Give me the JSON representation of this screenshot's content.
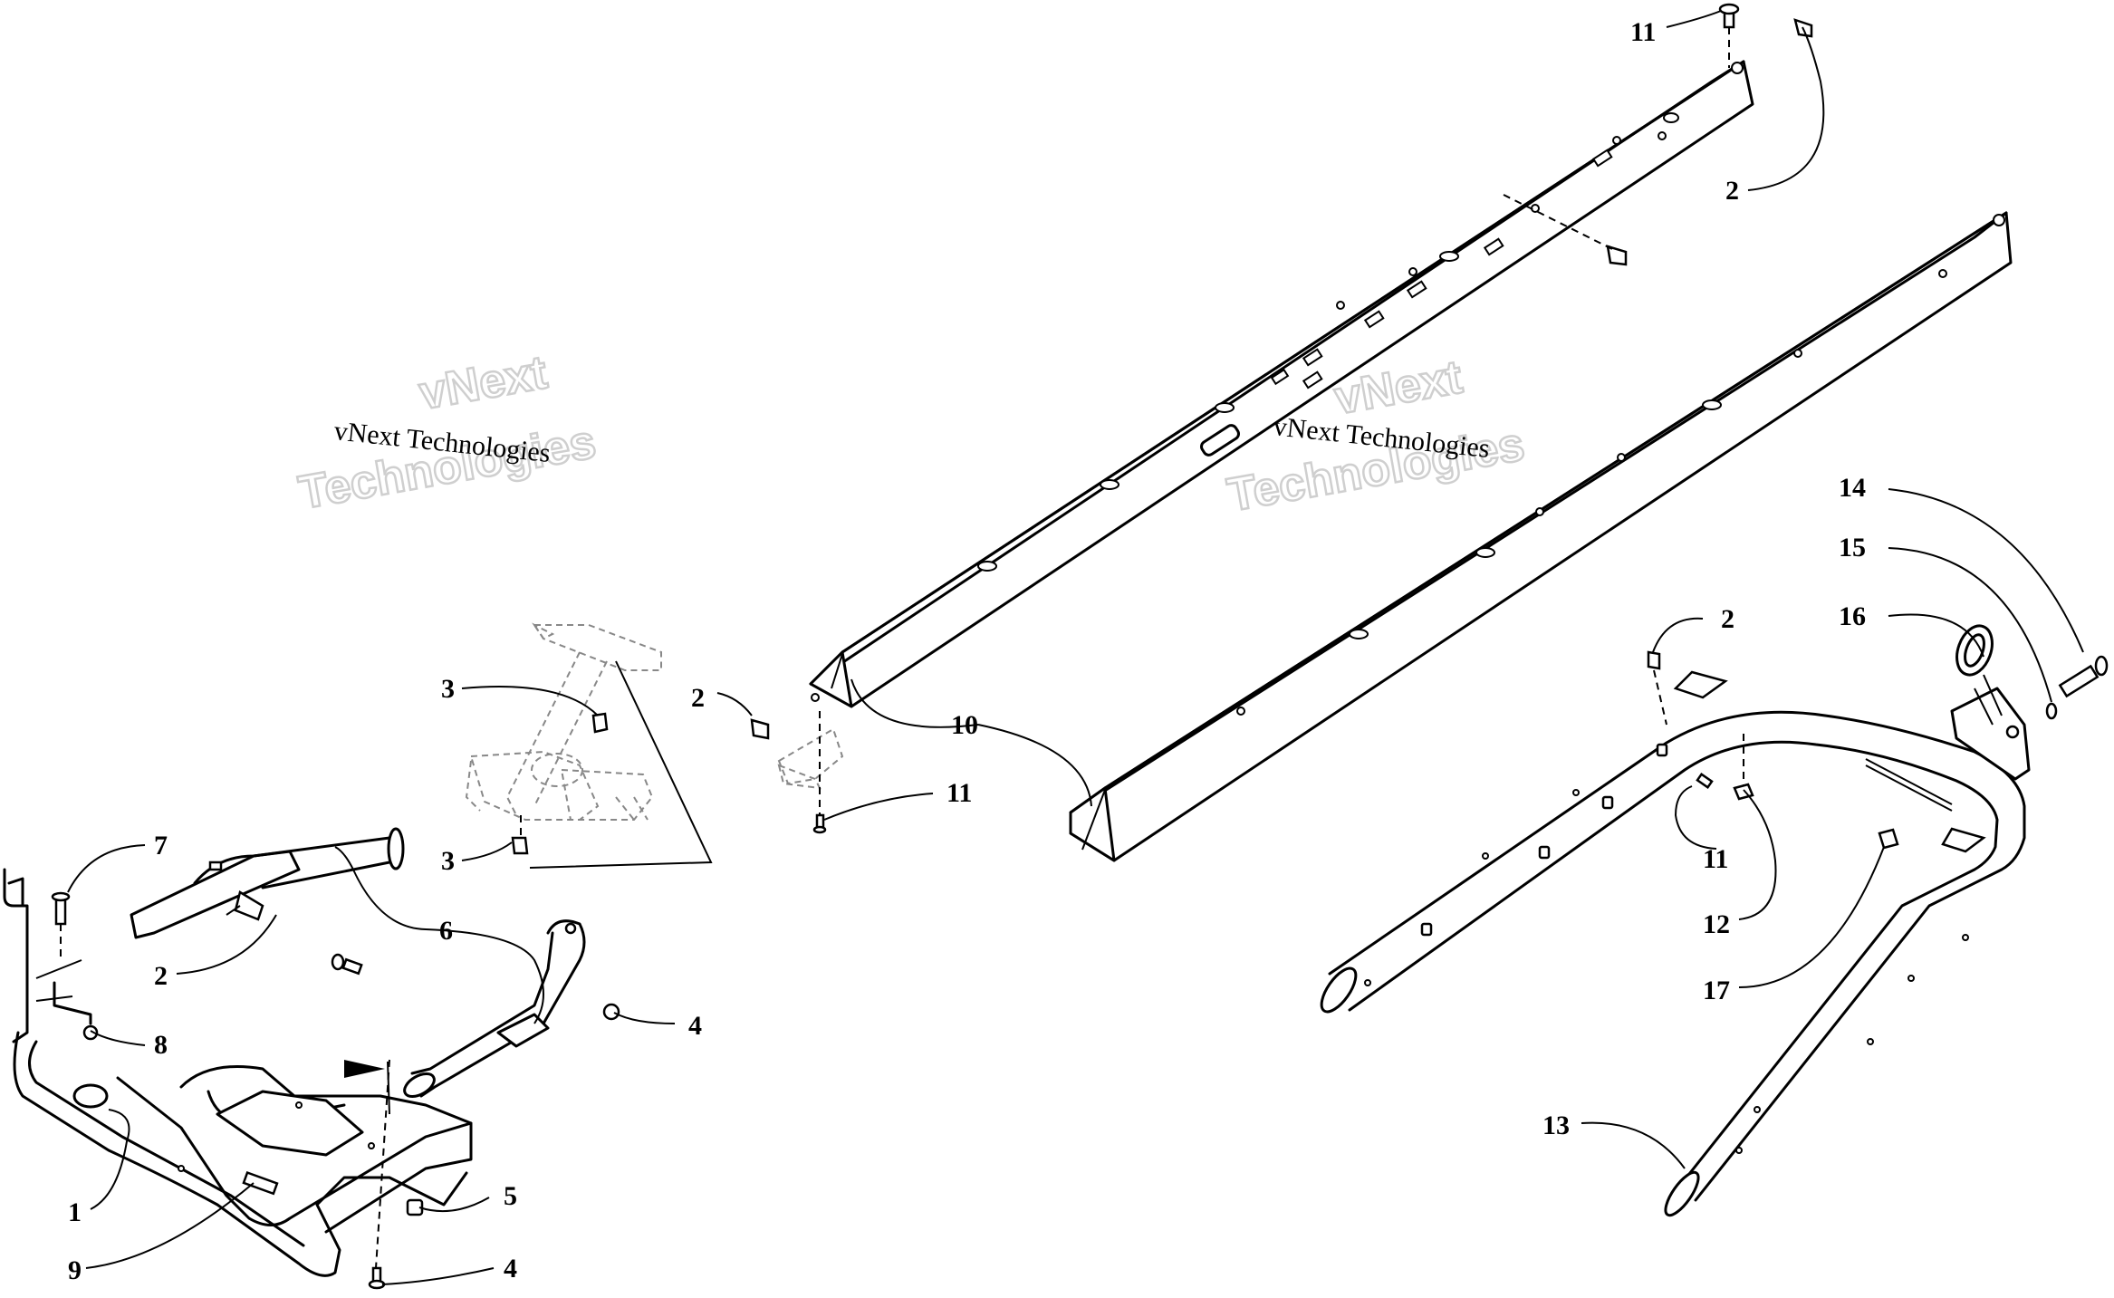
{
  "callouts": [
    {
      "id": "c11-top",
      "text": "11"
    },
    {
      "id": "c2-topright",
      "text": "2"
    },
    {
      "id": "c2-left-rail",
      "text": "2"
    },
    {
      "id": "c10",
      "text": "10"
    },
    {
      "id": "c11-mid",
      "text": "11"
    },
    {
      "id": "c3-upper",
      "text": "3"
    },
    {
      "id": "c3-lower",
      "text": "3"
    },
    {
      "id": "c7",
      "text": "7"
    },
    {
      "id": "c6",
      "text": "6"
    },
    {
      "id": "c2-bumper",
      "text": "2"
    },
    {
      "id": "c8",
      "text": "8"
    },
    {
      "id": "c4-upper",
      "text": "4"
    },
    {
      "id": "c1",
      "text": "1"
    },
    {
      "id": "c5",
      "text": "5"
    },
    {
      "id": "c9",
      "text": "9"
    },
    {
      "id": "c4-lower",
      "text": "4"
    },
    {
      "id": "c14",
      "text": "14"
    },
    {
      "id": "c15",
      "text": "15"
    },
    {
      "id": "c16",
      "text": "16"
    },
    {
      "id": "c2-right",
      "text": "2"
    },
    {
      "id": "c11-right",
      "text": "11"
    },
    {
      "id": "c12",
      "text": "12"
    },
    {
      "id": "c17",
      "text": "17"
    },
    {
      "id": "c13",
      "text": "13"
    }
  ],
  "watermarks": [
    {
      "small": "vNext Technologies",
      "big_line1": "vNext",
      "big_line2": "Technologies"
    },
    {
      "small": "vNext Technologies",
      "big_line1": "vNext",
      "big_line2": "Technologies"
    }
  ],
  "colors": {
    "line": "#000000",
    "background": "#ffffff",
    "watermark_outline": "#cfcfcf"
  }
}
